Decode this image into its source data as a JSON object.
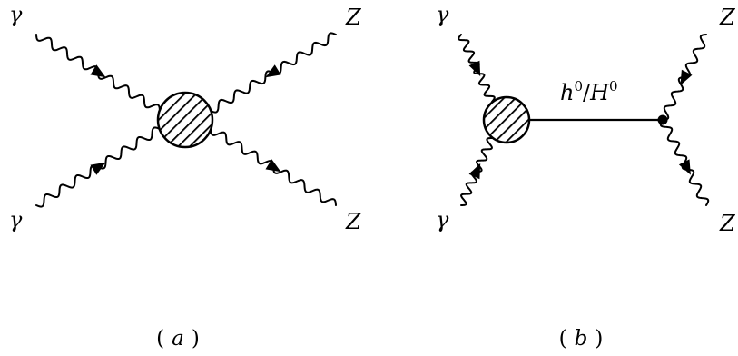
{
  "diagram_a": {
    "label_gamma_top": "γ",
    "label_gamma_bottom": "γ",
    "label_z_top": "Z",
    "label_z_bottom": "Z",
    "caption_open": "(",
    "caption_letter": "a",
    "caption_close": ")"
  },
  "diagram_b": {
    "label_gamma_top": "γ",
    "label_gamma_bottom": "γ",
    "label_z_top": "Z",
    "label_z_bottom": "Z",
    "propagator_h": "h",
    "propagator_h_sup": "0",
    "propagator_sep": "/",
    "propagator_H": "H",
    "propagator_H_sup": "0",
    "caption_open": "(",
    "caption_letter": "b",
    "caption_close": ")"
  },
  "colors": {
    "ink": "#000000",
    "background": "#ffffff"
  }
}
